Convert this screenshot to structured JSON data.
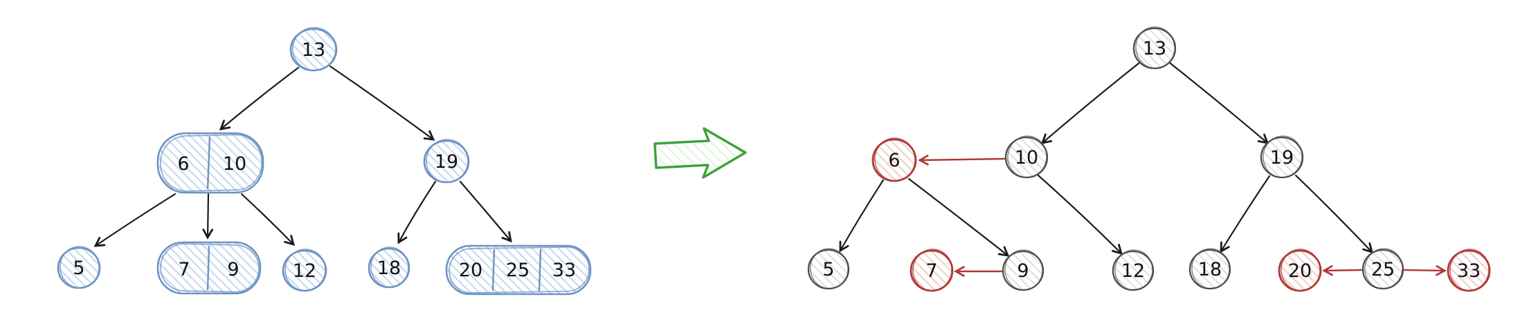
{
  "colors": {
    "blue": "#6d92c4",
    "blue_hatch": "#c9daee",
    "gray": "#4d4d4d",
    "gray_hatch": "#dedede",
    "red": "#b13a35",
    "red_hatch": "#eed0cd",
    "green": "#3ca13b",
    "green_hatch": "#e2f2e0",
    "edge": "#1b1b1b",
    "text": "#111111"
  },
  "left_tree": {
    "nodes": {
      "n13": [
        "13"
      ],
      "n6_10": [
        "6",
        "10"
      ],
      "n19": [
        "19"
      ],
      "n5": [
        "5"
      ],
      "n7_9": [
        "7",
        "9"
      ],
      "n12": [
        "12"
      ],
      "n18": [
        "18"
      ],
      "n20_25_33": [
        "20",
        "25",
        "33"
      ]
    },
    "edges": [
      [
        "13",
        "6|10"
      ],
      [
        "13",
        "19"
      ],
      [
        "6|10",
        "5"
      ],
      [
        "6|10",
        "7|9"
      ],
      [
        "6|10",
        "12"
      ],
      [
        "19",
        "18"
      ],
      [
        "19",
        "20|25|33"
      ]
    ]
  },
  "right_tree": {
    "nodes": {
      "n13": {
        "value": "13",
        "style": "gray"
      },
      "n10": {
        "value": "10",
        "style": "gray"
      },
      "n6": {
        "value": "6",
        "style": "red"
      },
      "n19": {
        "value": "19",
        "style": "gray"
      },
      "n5": {
        "value": "5",
        "style": "gray"
      },
      "n7": {
        "value": "7",
        "style": "red"
      },
      "n9": {
        "value": "9",
        "style": "gray"
      },
      "n12": {
        "value": "12",
        "style": "gray"
      },
      "n18": {
        "value": "18",
        "style": "gray"
      },
      "n20": {
        "value": "20",
        "style": "red"
      },
      "n25": {
        "value": "25",
        "style": "gray"
      },
      "n33": {
        "value": "33",
        "style": "red"
      }
    },
    "black_edges": [
      [
        "13",
        "10"
      ],
      [
        "13",
        "19"
      ],
      [
        "6",
        "5"
      ],
      [
        "6",
        "9"
      ],
      [
        "10",
        "12"
      ],
      [
        "19",
        "18"
      ],
      [
        "19",
        "25"
      ]
    ],
    "red_edges": [
      [
        "10",
        "6"
      ],
      [
        "9",
        "7"
      ],
      [
        "25",
        "20"
      ],
      [
        "25",
        "33"
      ]
    ]
  }
}
